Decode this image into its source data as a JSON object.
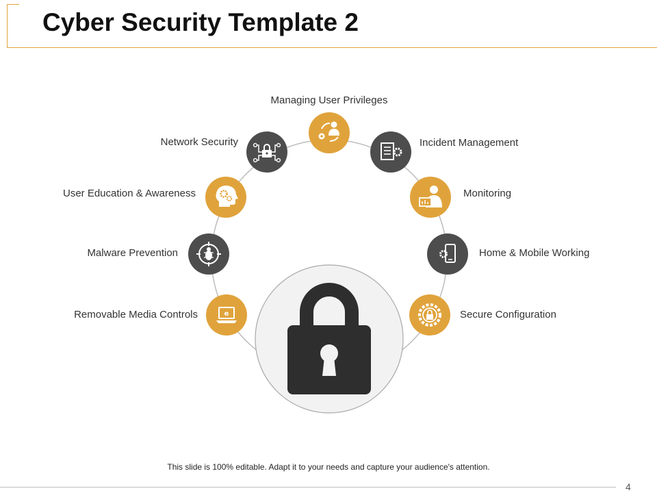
{
  "slide": {
    "title": "Cyber Security Template 2",
    "footer": "This slide is 100% editable. Adapt it to your needs and capture your audience's attention.",
    "page_number": "4"
  },
  "colors": {
    "accent": "#e0a33c",
    "dark": "#4d4d4d",
    "lock": "#2e2e2e",
    "ring": "#bcbcbc",
    "center_fill": "#f2f2f2"
  },
  "items": [
    {
      "label": "Managing User Privileges",
      "icon": "user-privileges-icon",
      "color": "accent"
    },
    {
      "label": "Incident Management",
      "icon": "incident-document-gear-icon",
      "color": "dark"
    },
    {
      "label": "Monitoring",
      "icon": "monitoring-user-screen-icon",
      "color": "accent"
    },
    {
      "label": "Home & Mobile Working",
      "icon": "mobile-gear-icon",
      "color": "dark"
    },
    {
      "label": "Secure Configuration",
      "icon": "gear-lock-icon",
      "color": "accent"
    },
    {
      "label": "Removable Media Controls",
      "icon": "laptop-media-icon",
      "color": "accent"
    },
    {
      "label": "Malware Prevention",
      "icon": "bug-target-icon",
      "color": "dark"
    },
    {
      "label": "User Education & Awareness",
      "icon": "head-gears-icon",
      "color": "accent"
    },
    {
      "label": "Network Security",
      "icon": "network-lock-icon",
      "color": "dark"
    }
  ]
}
